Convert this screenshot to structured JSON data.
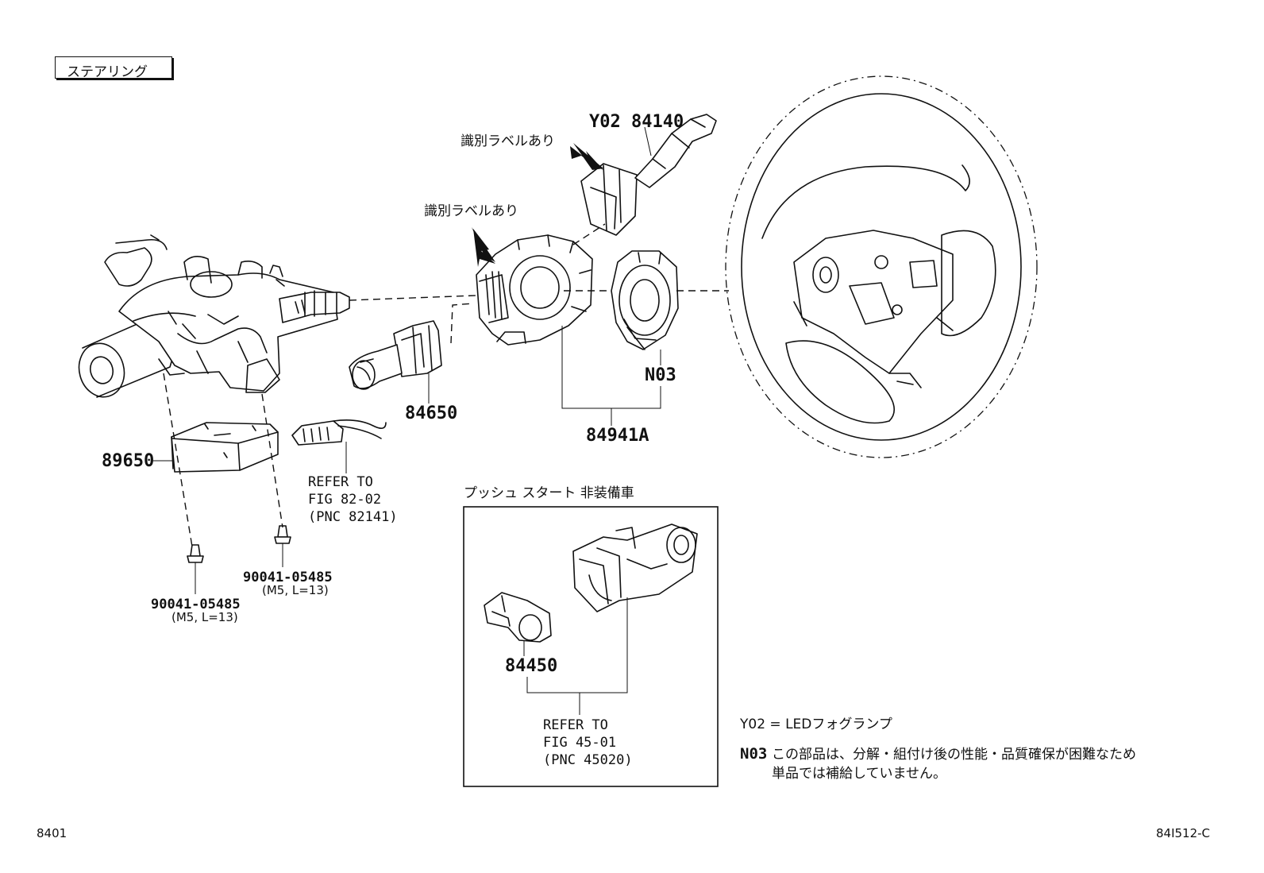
{
  "header": {
    "title": "ステアリング"
  },
  "labels": {
    "identify_label_1": "識別ラベルあり",
    "identify_label_2": "識別ラベルあり",
    "y02_84140": "Y02 84140",
    "n03": "N03",
    "p84650": "84650",
    "p84941a": "84941A",
    "p89650": "89650",
    "refer_82": "REFER TO\nFIG 82-02\n(PNC 82141)",
    "bolt_right_pn": "90041-05485",
    "bolt_right_spec": "(M5, L=13)",
    "bolt_left_pn": "90041-05485",
    "bolt_left_spec": "(M5, L=13)",
    "push_start_title": "プッシュ スタート 非装備車",
    "p84450": "84450",
    "refer_45": "REFER TO\nFIG 45-01\n(PNC 45020)"
  },
  "legend": {
    "y02_line": "Y02 = LEDフォグランプ",
    "n03_code": "N03",
    "n03_text_1": "この部品は、分解・組付け後の性能・品質確保が困難なため",
    "n03_text_2": "単品では補給していません。"
  },
  "footer": {
    "left_code": "8401",
    "right_code": "84I512-C"
  },
  "icons": [
    "arrow-icon"
  ]
}
